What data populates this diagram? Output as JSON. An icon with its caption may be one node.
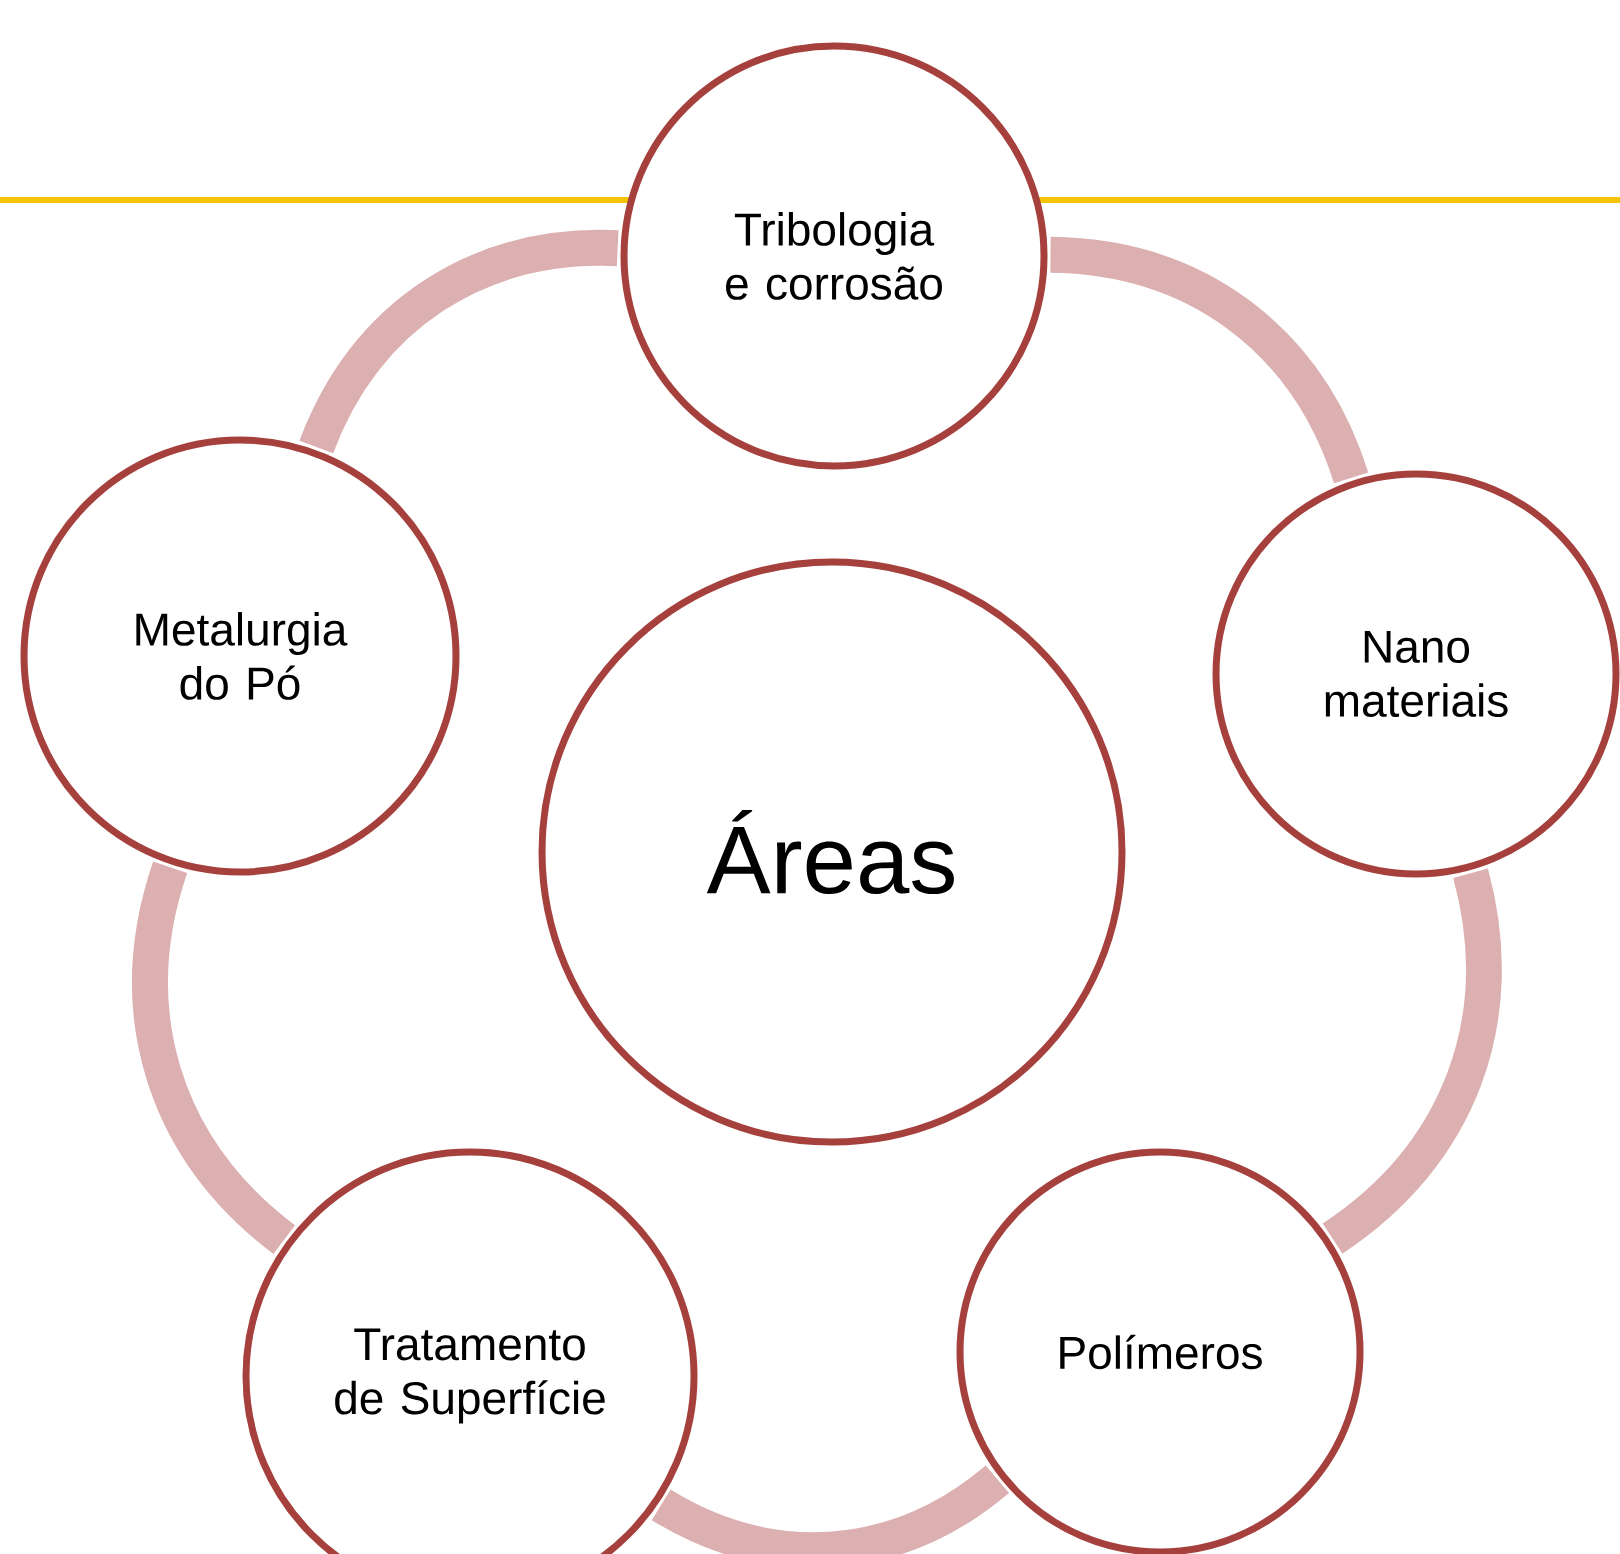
{
  "diagram": {
    "nodes": [
      {
        "text": [
          "Áreas"
        ]
      },
      {
        "text": [
          "Tribologia e corrosão"
        ]
      },
      {
        "text": [
          "Nano materiais"
        ]
      },
      {
        "text": [
          "Polímeros"
        ]
      },
      {
        "text": [
          "Tratamento de Superfície"
        ]
      },
      {
        "text": [
          "Metalurgia do Pó"
        ]
      }
    ],
    "edges": [
      {
        "from": 1,
        "to": 2,
        "arrow": "none"
      },
      {
        "from": 2,
        "to": 3,
        "arrow": "none"
      },
      {
        "from": 3,
        "to": 4,
        "arrow": "none"
      },
      {
        "from": 4,
        "to": 5,
        "arrow": "none"
      },
      {
        "from": 5,
        "to": 1,
        "arrow": "none"
      }
    ]
  }
}
